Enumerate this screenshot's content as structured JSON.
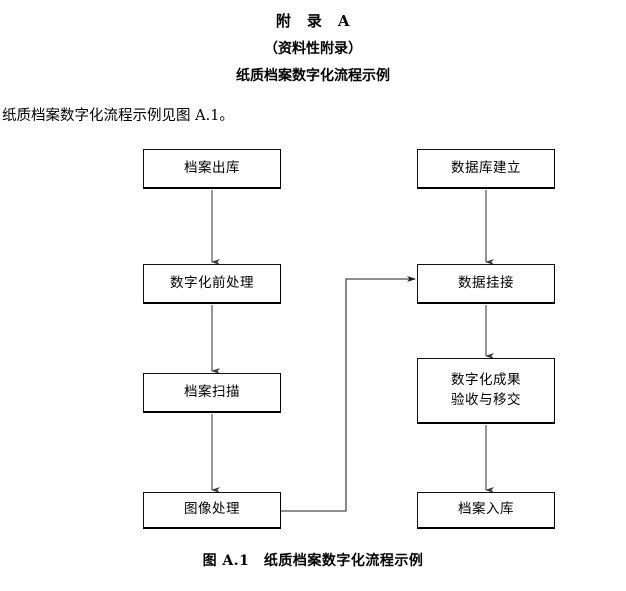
{
  "document": {
    "appendix_title": "附　录　A",
    "appendix_subtitle": "（资料性附录）",
    "appendix_heading": "纸质档案数字化流程示例",
    "intro_line": "纸质档案数字化流程示例见图 A.1。",
    "figure_caption": "图 A.1　纸质档案数字化流程示例"
  },
  "flowchart": {
    "left_column": [
      {
        "id": "archive-out",
        "label": "档案出库"
      },
      {
        "id": "pre-process",
        "label": "数字化前处理"
      },
      {
        "id": "archive-scan",
        "label": "档案扫描"
      },
      {
        "id": "image-process",
        "label": "图像处理"
      }
    ],
    "right_column": [
      {
        "id": "db-build",
        "label": "数据库建立"
      },
      {
        "id": "data-link",
        "label": "数据挂接"
      },
      {
        "id": "acceptance",
        "label": "数字化成果\n验收与移交"
      },
      {
        "id": "archive-in",
        "label": "档案入库"
      }
    ],
    "connections": [
      {
        "from": "archive-out",
        "to": "pre-process",
        "kind": "vertical-arrow"
      },
      {
        "from": "pre-process",
        "to": "archive-scan",
        "kind": "vertical-arrow"
      },
      {
        "from": "archive-scan",
        "to": "image-process",
        "kind": "vertical-arrow"
      },
      {
        "from": "image-process",
        "to": "data-link",
        "kind": "elbow-arrow"
      },
      {
        "from": "db-build",
        "to": "data-link",
        "kind": "vertical-arrow"
      },
      {
        "from": "data-link",
        "to": "acceptance",
        "kind": "vertical-arrow"
      },
      {
        "from": "acceptance",
        "to": "archive-in",
        "kind": "vertical-arrow"
      }
    ],
    "colors": {
      "line": "#555555",
      "box_border": "#111111",
      "background": "#ffffff"
    }
  }
}
